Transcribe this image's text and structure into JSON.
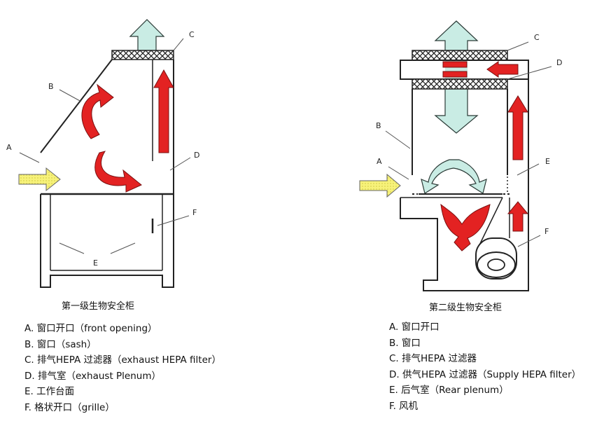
{
  "cabinet1": {
    "caption": "第一级生物安全柜",
    "labels": {
      "A": "A",
      "B": "B",
      "C": "C",
      "D": "D",
      "E": "E",
      "F": "F"
    },
    "legend": [
      "A. 窗口开口（front opening）",
      "B. 窗口（sash）",
      "C. 排气HEPA 过滤器（exhaust HEPA filter）",
      "D. 排气室（exhaust Plenum）",
      "E. 工作台面",
      "F. 格状开口（grille）"
    ]
  },
  "cabinet2": {
    "caption": "第二级生物安全柜",
    "labels": {
      "A": "A",
      "B": "B",
      "C": "C",
      "D": "D",
      "E": "E",
      "F": "F"
    },
    "legend": [
      "A. 窗口开口",
      "B. 窗口",
      "C. 排气HEPA 过滤器",
      "D. 供气HEPA 过滤器（Supply HEPA filter）",
      "E. 后气室（Rear plenum）",
      "F. 风机"
    ]
  },
  "colors": {
    "exhaust_arrow": "#c9ece4",
    "flow_arrow_red": "#e32222",
    "inlet_arrow_yellow": "#f7f27a",
    "outline": "#222222"
  }
}
